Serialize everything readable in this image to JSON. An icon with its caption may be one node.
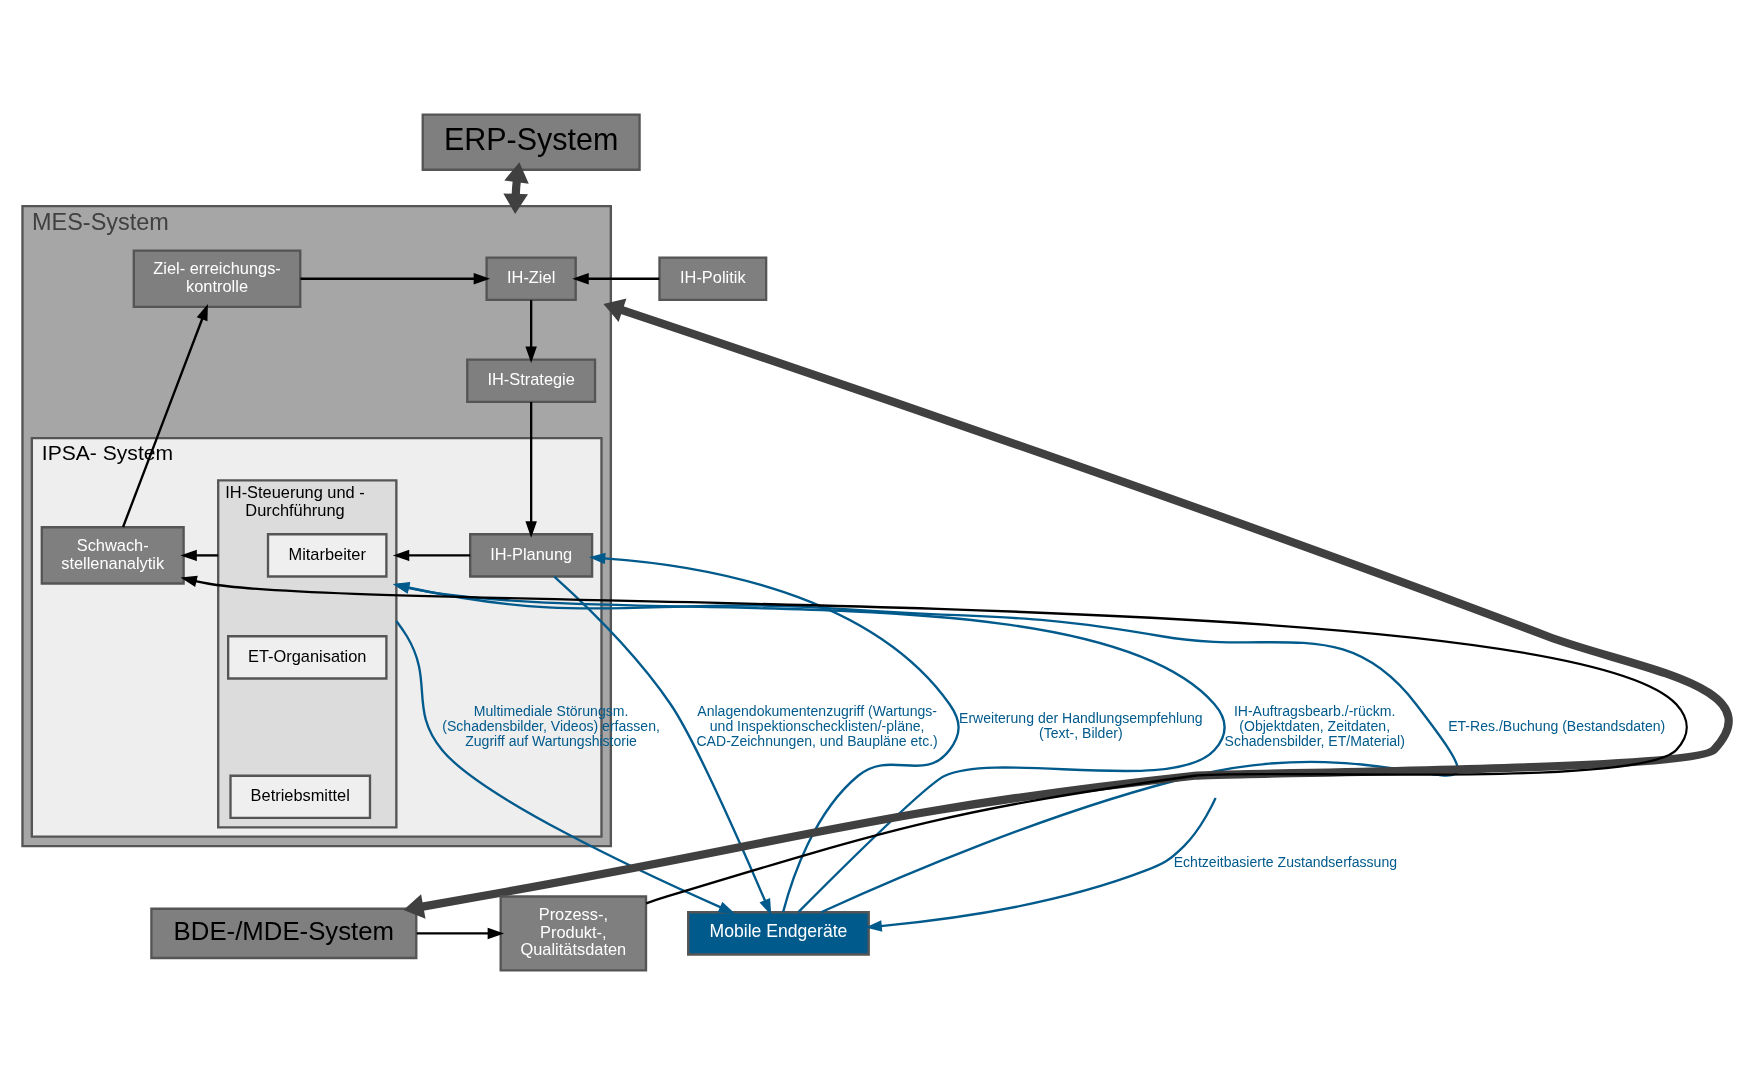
{
  "diagram": {
    "nodes": [
      {
        "text": [
          "ERP-System"
        ]
      },
      {
        "text": [
          "MES-System"
        ]
      },
      {
        "text": [
          "IH-Politik"
        ]
      },
      {
        "text": [
          "IH-Ziel"
        ],
        "in": 1
      },
      {
        "text": [
          "Ziel- erreichungs- kontrolle"
        ],
        "in": 1
      },
      {
        "text": [
          "IH-Strategie"
        ],
        "in": 1
      },
      {
        "text": [
          "IPSA- System"
        ],
        "in": 1
      },
      {
        "text": [
          "IH-Planung"
        ],
        "in": 6
      },
      {
        "text": [
          "IH-Steuerung und - Durchführung"
        ],
        "in": 6
      },
      {
        "text": [
          "Mitarbeiter"
        ],
        "in": 8
      },
      {
        "text": [
          "ET-Organisation"
        ],
        "in": 8
      },
      {
        "text": [
          "Betriebsmittel"
        ],
        "in": 8
      },
      {
        "text": [
          "Schwach- stellenanalytik"
        ],
        "in": 6
      },
      {
        "text": [
          "Mobile Endgeräte"
        ]
      },
      {
        "text": [
          "BDE-/MDE-System"
        ]
      },
      {
        "text": [
          "Prozess-, Produkt-, Qualitätsdaten"
        ]
      }
    ],
    "edges": [
      {
        "from": 0,
        "to": 1,
        "arrow": "both",
        "style": "thick"
      },
      {
        "from": 2,
        "to": 3,
        "arrow": "to"
      },
      {
        "from": 4,
        "to": 3,
        "arrow": "to"
      },
      {
        "from": 3,
        "to": 5,
        "arrow": "to"
      },
      {
        "from": 5,
        "to": 7,
        "arrow": "to"
      },
      {
        "from": 7,
        "to": 8,
        "arrow": "to"
      },
      {
        "from": 8,
        "to": 12,
        "arrow": "to"
      },
      {
        "from": 12,
        "to": 4,
        "arrow": "to"
      },
      {
        "from": 15,
        "to": 12,
        "arrow": "to"
      },
      {
        "from": 14,
        "to": 15,
        "arrow": "to"
      },
      {
        "from": 14,
        "to": 1,
        "arrow": "both",
        "style": "thick"
      },
      {
        "from": 7,
        "to": 13,
        "arrow": "to",
        "color": "#005a8c",
        "label": "Anlagendokumentenzugriff (Wartungs- und Inspektionschecklisten/-pläne, CAD-Zeichnungen, und Baupläne etc.)"
      },
      {
        "from": 13,
        "to": 7,
        "arrow": "to",
        "color": "#005a8c",
        "label": "Erweiterung der Handlungsempfehlung (Text-, Bilder)"
      },
      {
        "from": 8,
        "to": 13,
        "arrow": "to",
        "color": "#005a8c",
        "label": "Multimediale Störungsm. (Schadensbilder, Videos) erfassen, Zugriff auf Wartungshistorie"
      },
      {
        "from": 13,
        "to": 8,
        "arrow": "to",
        "color": "#005a8c",
        "label": "IH-Auftragsbearb./-rückm. (Objektdaten, Zeitdaten, Schadensbilder, ET/Material)"
      },
      {
        "from": 13,
        "to": 8,
        "arrow": "to",
        "color": "#005a8c",
        "label": "ET-Res./Buchung (Bestandsdaten)"
      },
      {
        "from": null,
        "to": 13,
        "arrow": "to",
        "color": "#005a8c",
        "label": "Echtzeitbasierte Zustandserfassung"
      }
    ]
  }
}
